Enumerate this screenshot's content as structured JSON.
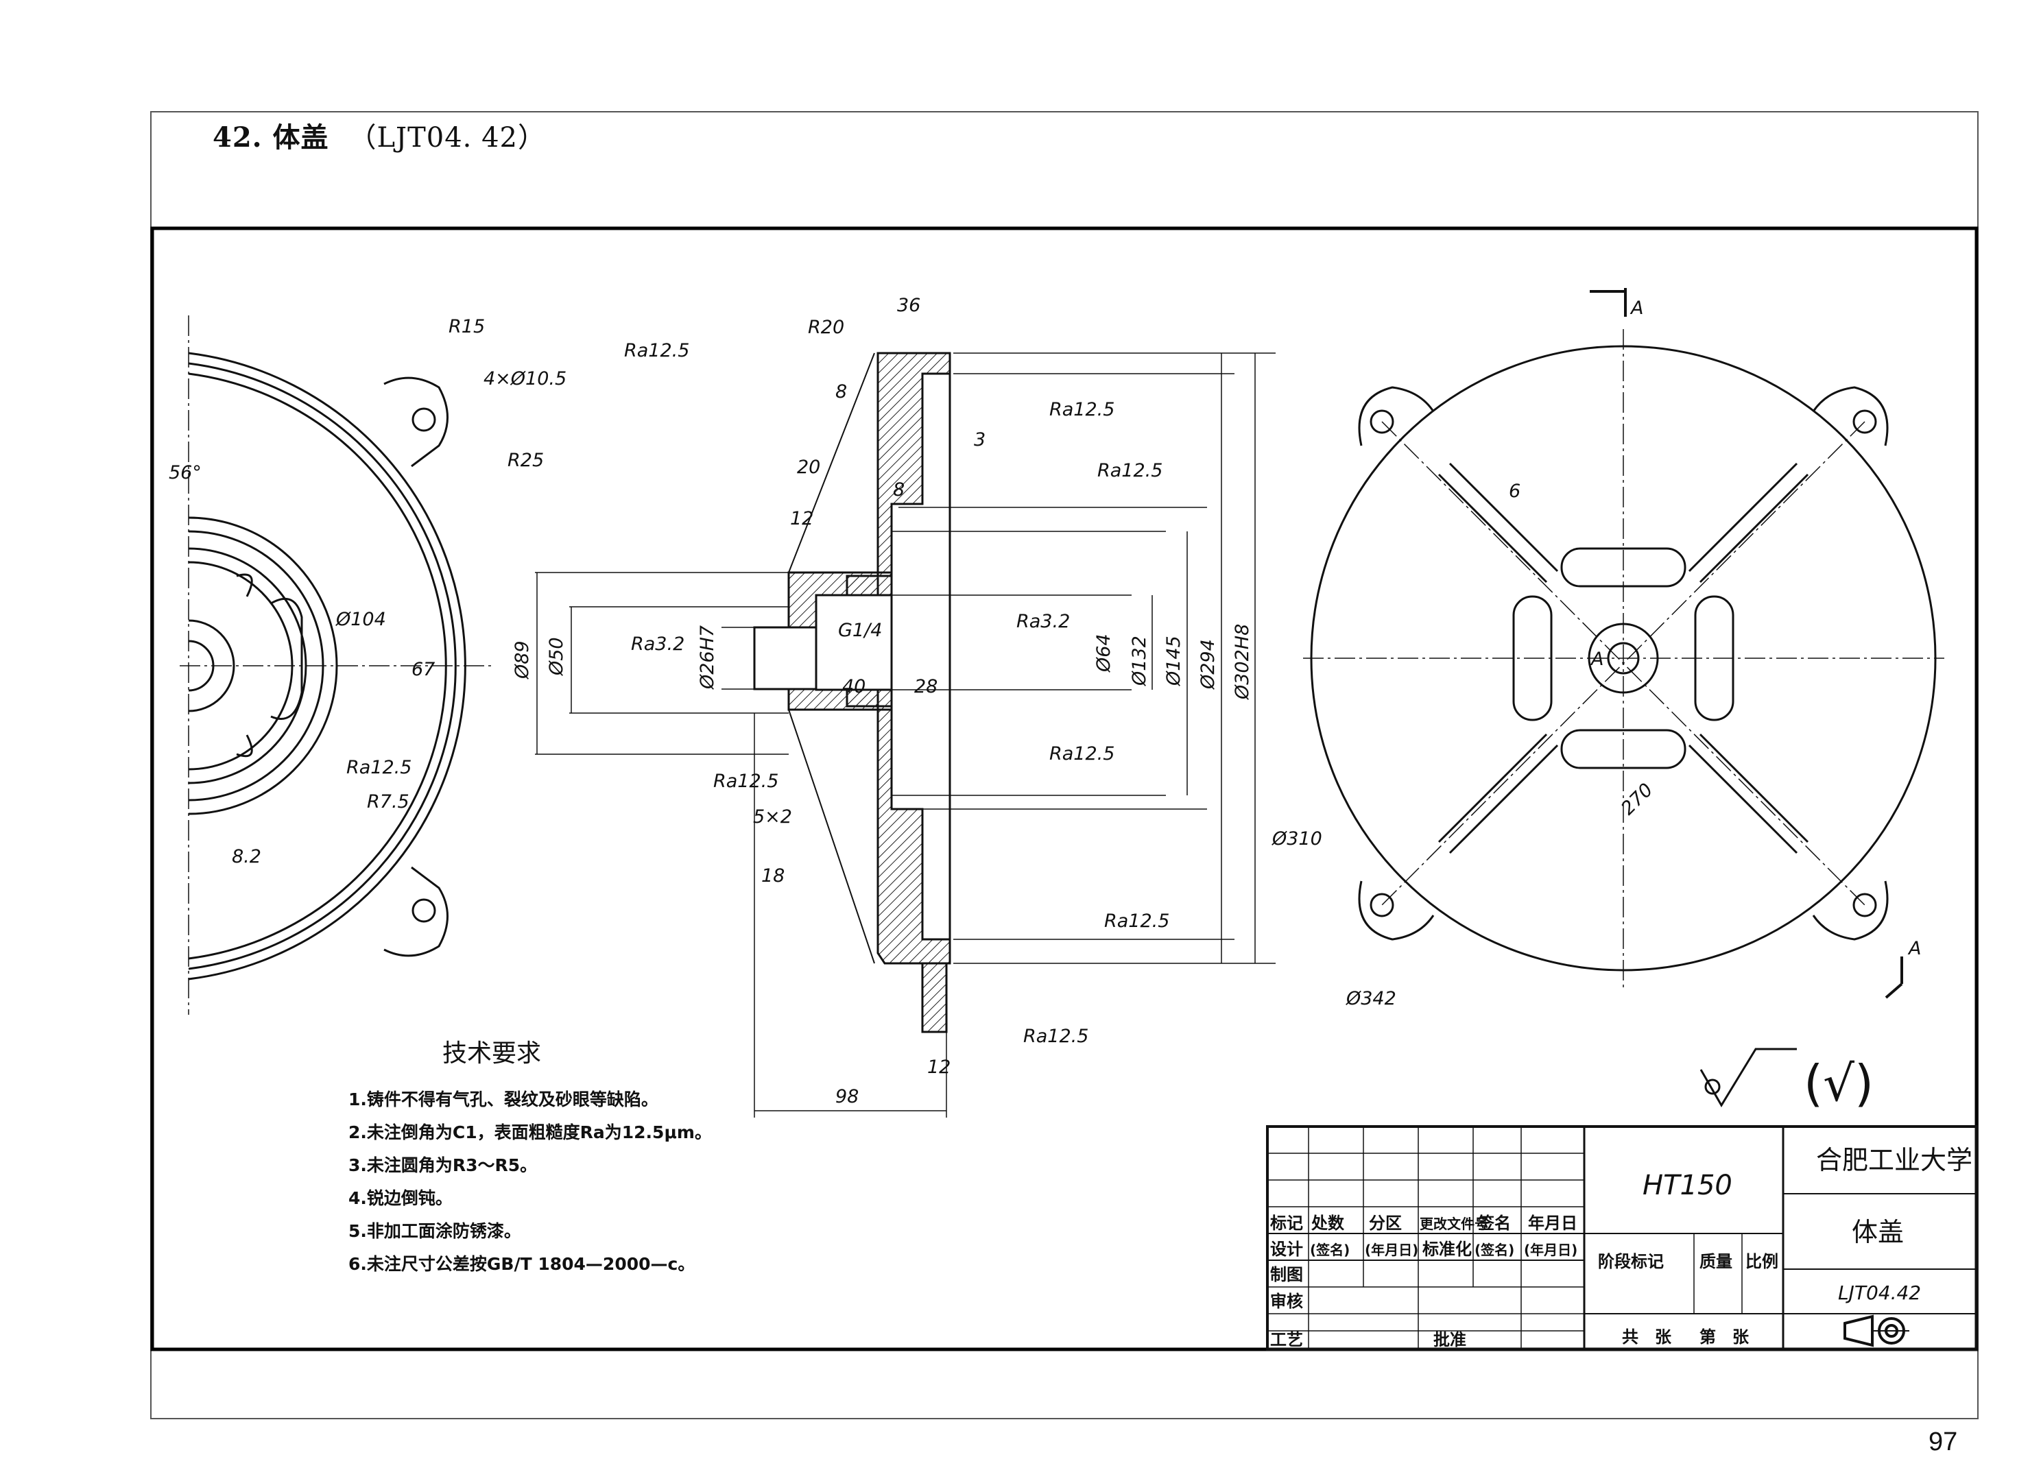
{
  "header": {
    "number": "42.",
    "title": "体盖",
    "code": "（LJT04. 42）"
  },
  "page_number": "97",
  "left_view": {
    "dims": [
      "R15",
      "4×Ø10.5",
      "Ra12.5",
      "R25",
      "56°",
      "Ø104",
      "67",
      "Ra12.5",
      "R7.5",
      "8.2"
    ]
  },
  "section_view": {
    "dims": [
      "R20",
      "36",
      "8",
      "Ra12.5",
      "3",
      "Ra12.5",
      "20",
      "8",
      "12",
      "G1/4",
      "Ra3.2",
      "Ra3.2",
      "Ø89",
      "Ø50",
      "Ø26H7",
      "40",
      "28",
      "Ø64",
      "Ø132",
      "Ø145",
      "Ø294",
      "Ø302H8",
      "Ra12.5",
      "Ra12.5",
      "5×2",
      "18",
      "Ra12.5",
      "12",
      "Ra12.5",
      "98"
    ]
  },
  "right_view": {
    "dims": [
      "A",
      "A",
      "6",
      "A",
      "270",
      "Ø310",
      "Ø342"
    ]
  },
  "tech_requirements": {
    "title": "技术要求",
    "items": [
      "1.铸件不得有气孔、裂纹及砂眼等缺陷。",
      "2.未注倒角为C1，表面粗糙度Ra为12.5μm。",
      "3.未注圆角为R3～R5。",
      "4.锐边倒钝。",
      "5.非加工面涂防锈漆。",
      "6.未注尺寸公差按GB/T 1804—2000—c。"
    ]
  },
  "roughness_note": "(√)",
  "title_block": {
    "material": "HT150",
    "school": "合肥工业大学",
    "part_name": "体盖",
    "drawing_no": "LJT04.42",
    "row_headers": [
      "标记",
      "处数",
      "分区",
      "更改文件号",
      "签名",
      "年月日"
    ],
    "sign_row": [
      "设计",
      "(签名)",
      "(年月日)",
      "标准化",
      "(签名)",
      "(年月日)"
    ],
    "left_labels": [
      "制图",
      "审核",
      "工艺"
    ],
    "approve": "批准",
    "stage_mark": "阶段标记",
    "mass": "质量",
    "scale": "比例",
    "total": "共　张",
    "sheet": "第　张"
  },
  "icon_names": [
    "first-angle-projection-icon",
    "roughness-symbol-icon"
  ]
}
